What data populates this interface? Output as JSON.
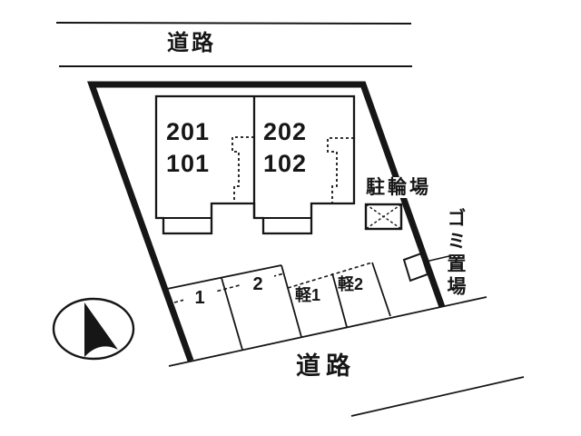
{
  "roads": {
    "top_label": "道路",
    "bottom_label": "道路"
  },
  "building": {
    "units": [
      {
        "upper": "201",
        "lower": "101"
      },
      {
        "upper": "202",
        "lower": "102"
      }
    ]
  },
  "facilities": {
    "bicycle_parking_label": "駐輪場",
    "garbage_area_label": "ゴミ置場"
  },
  "parking": {
    "spaces": [
      {
        "label": "1"
      },
      {
        "label": "2"
      },
      {
        "label": "軽1"
      },
      {
        "label": "軽2"
      }
    ]
  },
  "colors": {
    "ink": "#161616",
    "paper": "#ffffff"
  }
}
